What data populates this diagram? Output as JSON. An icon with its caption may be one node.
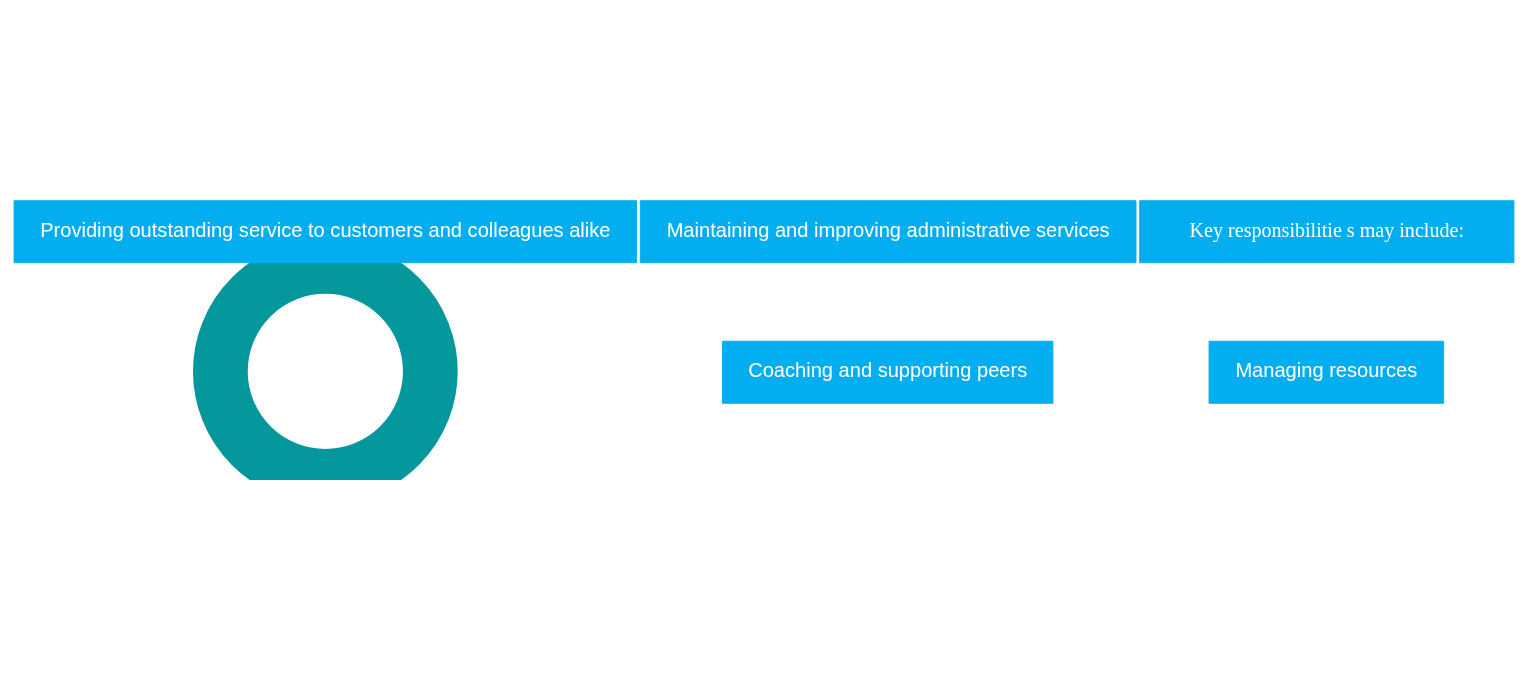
{
  "diagram": {
    "nodes": [
      {
        "text": [],
        "shape": "circle"
      },
      {
        "text": [
          "Coaching and supporting peers"
        ]
      },
      {
        "text": [
          "Maintaining and improving administrative services"
        ]
      },
      {
        "text": [
          "Key responsibilitie s may include:"
        ]
      },
      {
        "text": [
          "Providing outstanding service to customers and colleagues alike"
        ]
      },
      {
        "text": [
          "Managing resources"
        ]
      }
    ]
  }
}
